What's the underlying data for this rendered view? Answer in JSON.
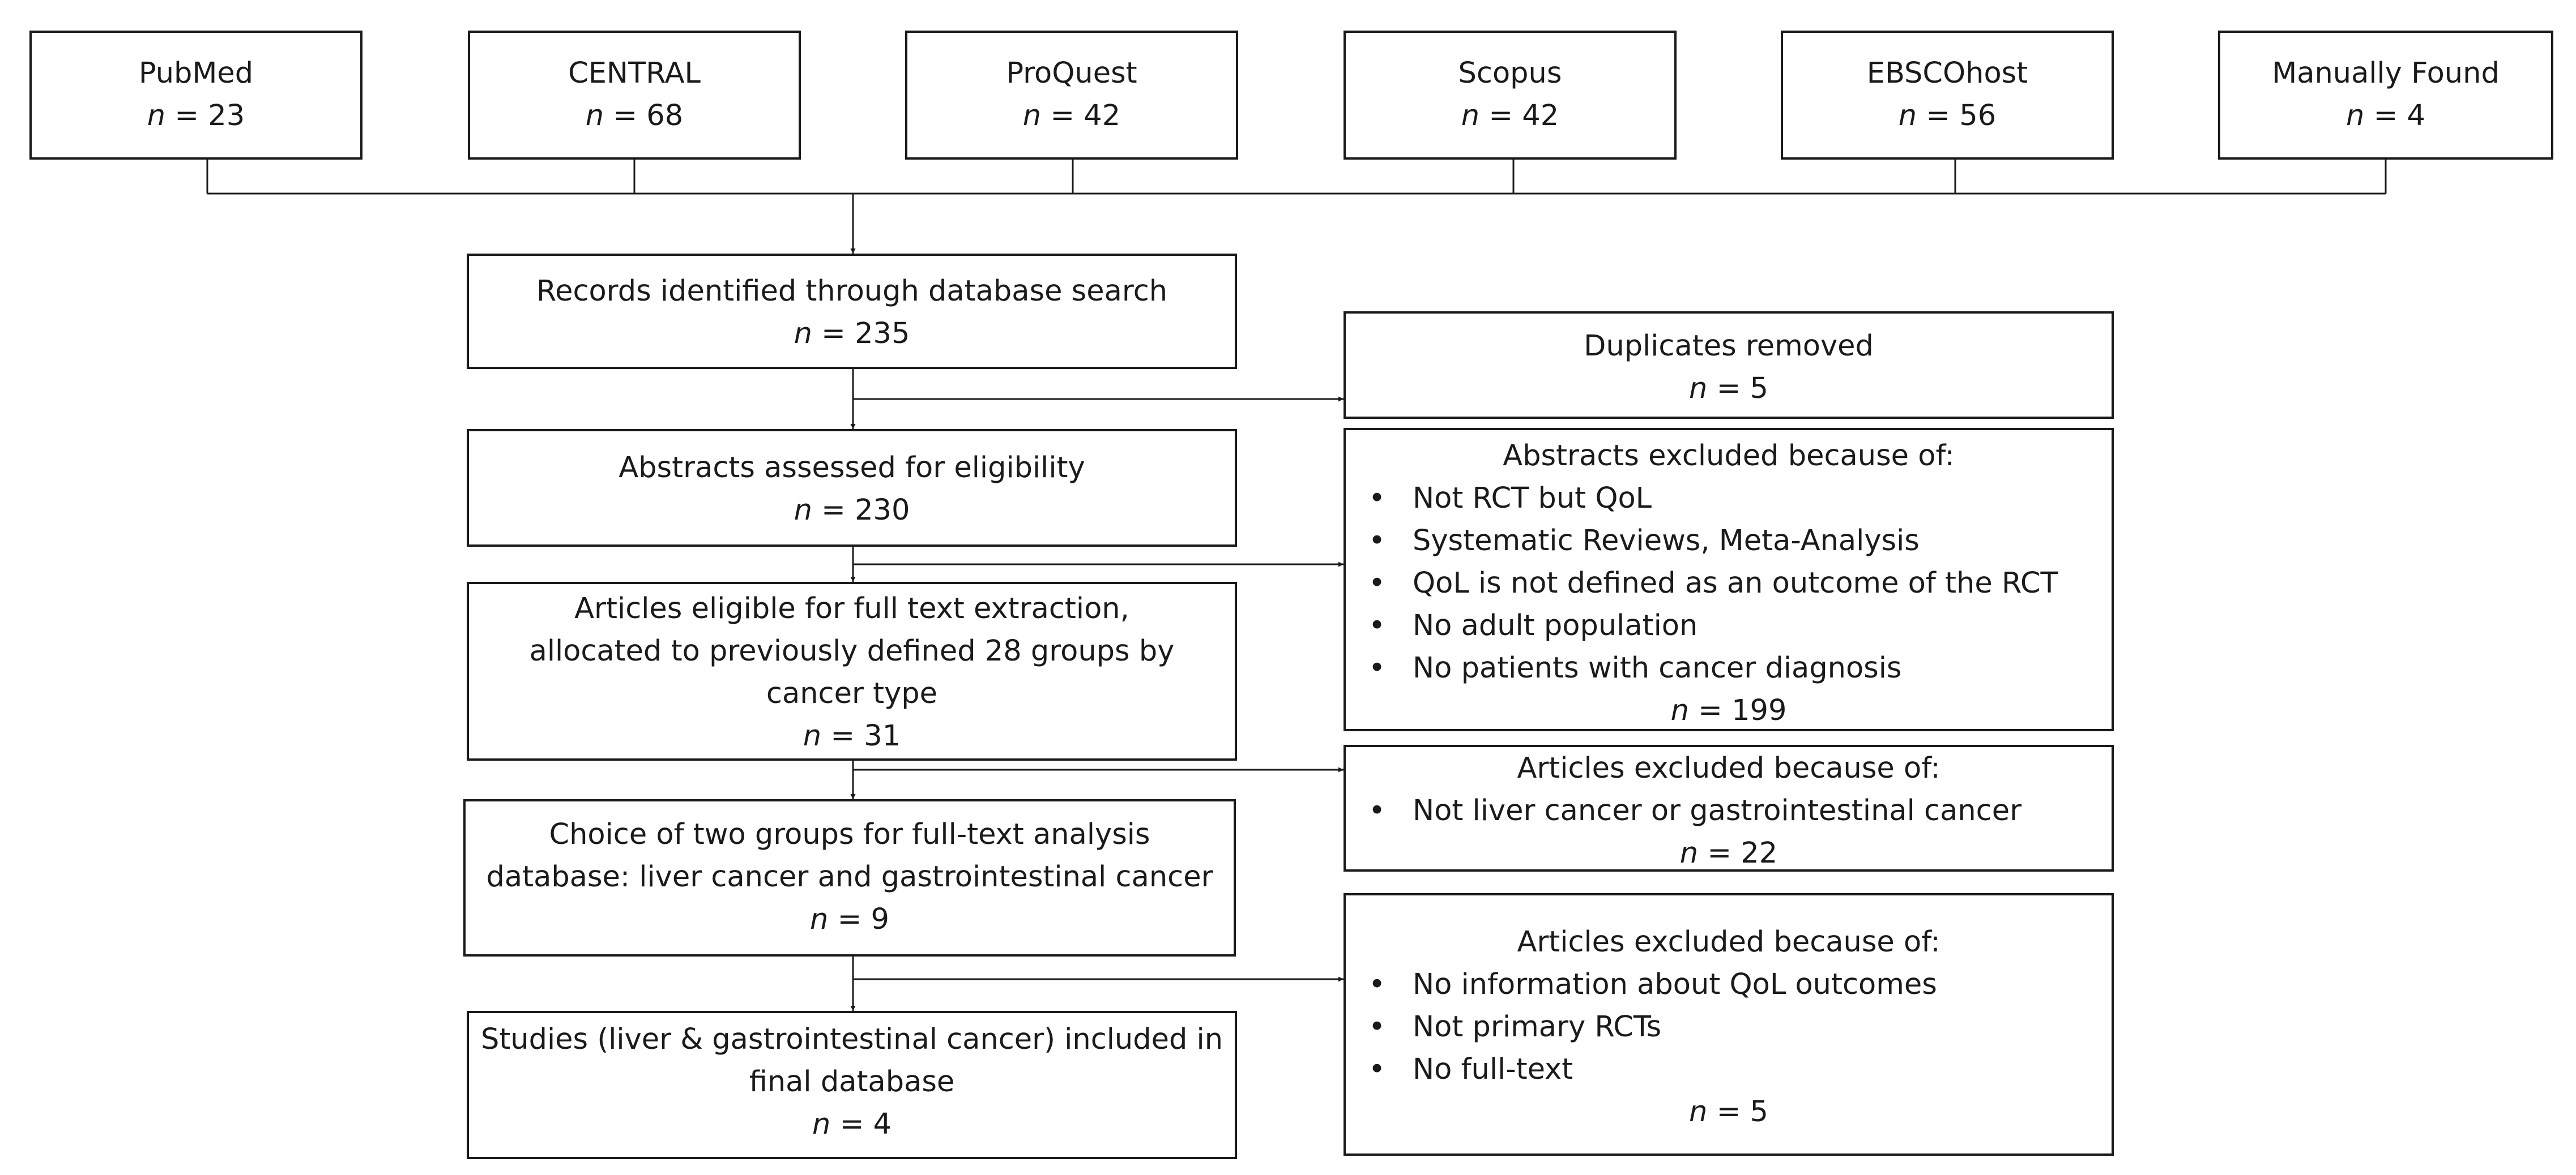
{
  "sources": [
    {
      "name": "PubMed",
      "n": "23"
    },
    {
      "name": "CENTRAL",
      "n": "68"
    },
    {
      "name": "ProQuest",
      "n": "42"
    },
    {
      "name": "Scopus",
      "n": "42"
    },
    {
      "name": "EBSCOhost",
      "n": "56"
    },
    {
      "name": "Manually Found",
      "n": "4"
    }
  ],
  "n_symbol": "n",
  "eq": "= ",
  "main": {
    "identified": {
      "lines": [
        "Records identified through database search"
      ],
      "n": "235"
    },
    "abstracts": {
      "lines": [
        "Abstracts assessed for eligibility"
      ],
      "n": "230"
    },
    "eligible": {
      "lines": [
        "Articles eligible for full text extraction,",
        "allocated to previously defined 28 groups by",
        "cancer type"
      ],
      "n": "31"
    },
    "choice": {
      "lines": [
        "Choice of two groups for full-text analysis",
        "database: liver cancer and gastrointestinal cancer"
      ],
      "n": "9"
    },
    "included": {
      "lines": [
        "Studies (liver & gastrointestinal cancer) included in",
        "final database"
      ],
      "n": "4"
    }
  },
  "exclusions": {
    "duplicates": {
      "title": "Duplicates removed",
      "n": "5"
    },
    "abstracts_excluded": {
      "title": "Abstracts excluded because of:",
      "items": [
        "Not RCT but QoL",
        "Systematic Reviews,  Meta-Analysis",
        "QoL is not defined as an outcome of the RCT",
        "No adult population",
        "No patients with cancer diagnosis"
      ],
      "n": "199"
    },
    "articles_excluded_1": {
      "title": "Articles excluded because of:",
      "items": [
        "Not liver cancer or gastrointestinal cancer"
      ],
      "n": "22"
    },
    "articles_excluded_2": {
      "title": "Articles excluded because of:",
      "items": [
        "No information about QoL outcomes",
        "Not primary RCTs",
        "No full-text"
      ],
      "n": "5"
    }
  },
  "colors": {
    "stroke": "#1a1a1a",
    "background": "#ffffff"
  }
}
